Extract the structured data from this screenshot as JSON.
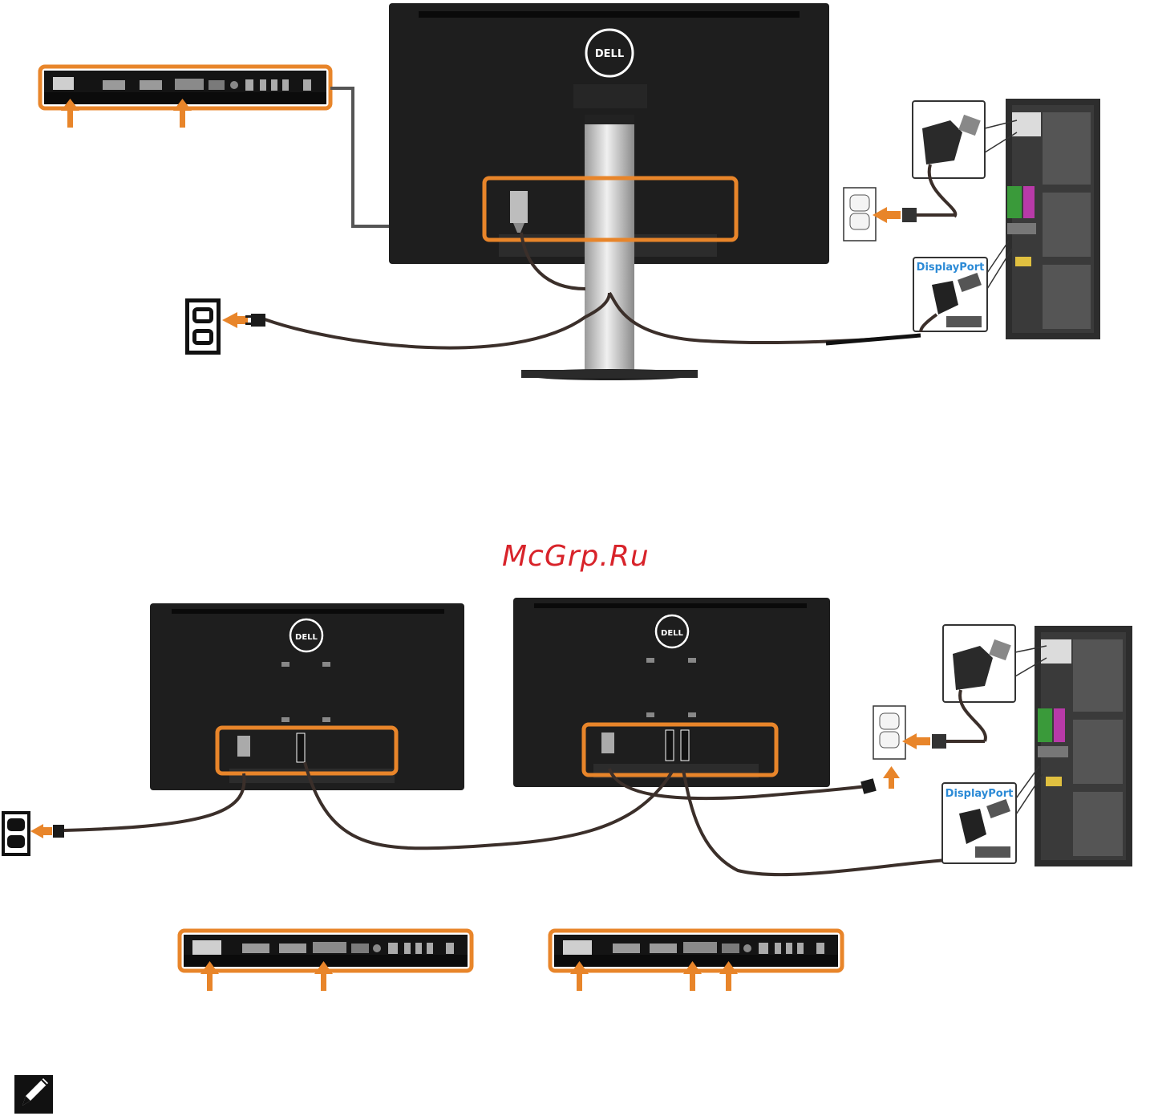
{
  "watermark": "McGrp.Ru",
  "brand_logo": "DELL",
  "connector_label": "DisplayPort",
  "colors": {
    "highlight": "#e8852a",
    "monitor_body": "#1e1e1e",
    "cable": "#3b2f2a",
    "watermark": "#d8232a",
    "displayport_text": "#2b8ad6"
  },
  "icons": {
    "note": "pencil-note-icon",
    "outlet": "power-outlet-icon",
    "arrow": "orange-arrow-icon"
  }
}
